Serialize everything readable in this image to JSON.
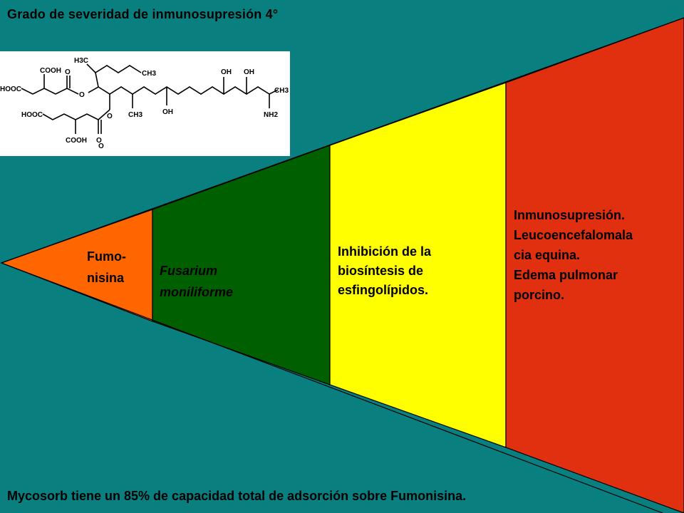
{
  "title": "Grado de severidad de inmunosupresión 4°",
  "footer": "Mycosorb tiene un 85% de capacidad total de adsorción sobre Fumonisina.",
  "colors": {
    "background": "#0a7f80",
    "segment_1": "#ff6600",
    "segment_2": "#006000",
    "segment_3": "#ffff00",
    "segment_4": "#e03010"
  },
  "segments": {
    "s1": {
      "lines": [
        "Fumo-",
        "nisina"
      ]
    },
    "s2": {
      "lines": [
        "Fusarium",
        "moniliforme"
      ]
    },
    "s3": {
      "lines": [
        "Inhibición de la",
        "biosíntesis de",
        "esfingolípidos."
      ]
    },
    "s4": {
      "lines": [
        "Inmunosupresión.",
        "Leucoencefalomala",
        "cia equina.",
        "Edema pulmonar",
        "porcino."
      ]
    }
  },
  "structure": {
    "labels": [
      "COOH",
      "HOOC",
      "O",
      "O",
      "H3C",
      "CH3",
      "O",
      "O",
      "CH3",
      "OH",
      "OH",
      "OH",
      "CH3",
      "NH2",
      "HOOC",
      "COOH",
      "O"
    ]
  }
}
